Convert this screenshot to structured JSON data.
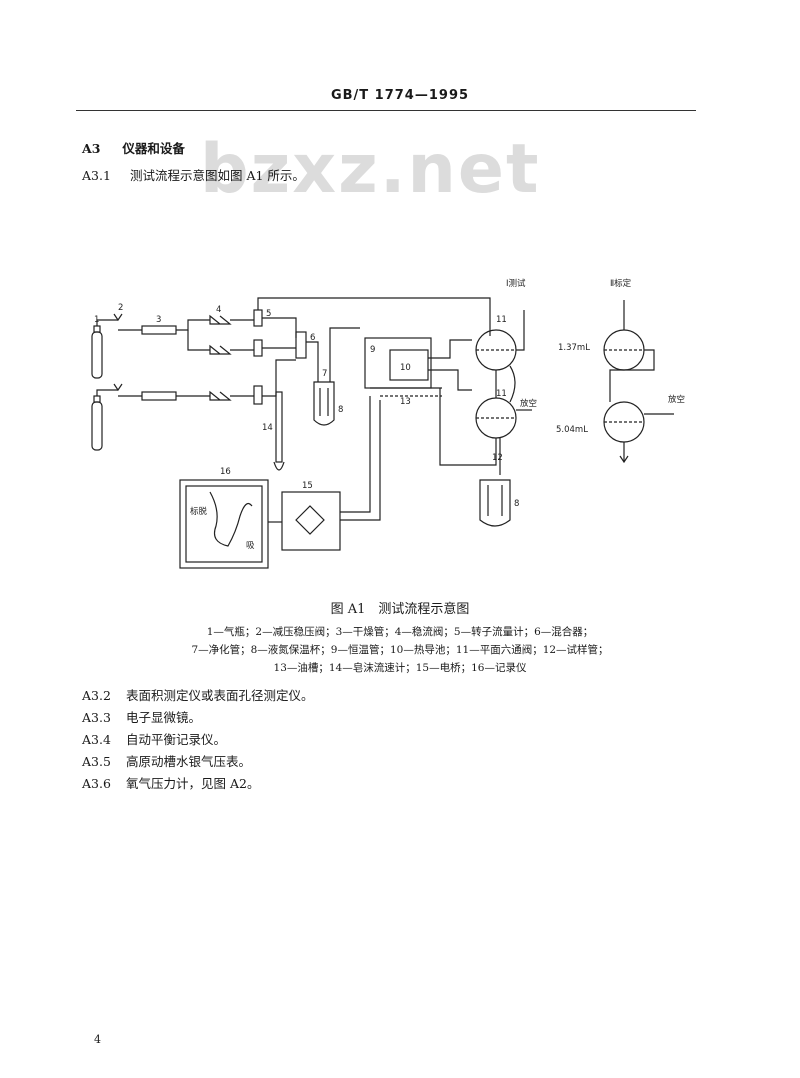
{
  "header": {
    "standard_code": "GB/T 1774—1995"
  },
  "watermark": "bzxz.net",
  "section": {
    "number": "A3",
    "title": "仪器和设备"
  },
  "para_a31": {
    "number": "A3.1",
    "text": "测试流程示意图如图 A1 所示。"
  },
  "figure": {
    "caption": "图 A1　测试流程示意图",
    "legend_lines": [
      "1—气瓶；2—减压稳压阀；3—干燥管；4—稳流阀；5—转子流量计；6—混合器；",
      "7—净化管；8—液氮保温杯；9—恒温管；10—热导池；11—平面六通阀；12—试样管；",
      "13—油槽；14—皂沫流速计；15—电桥；16—记录仪"
    ],
    "labels": {
      "n1": "1",
      "n2": "2",
      "n3": "3",
      "n4": "4",
      "n5": "5",
      "n6": "6",
      "n7": "7",
      "n8a": "8",
      "n8b": "8",
      "n9": "9",
      "n10": "10",
      "n11a": "11",
      "n11b": "11",
      "n12": "12",
      "n13": "13",
      "n14": "14",
      "n15": "15",
      "n16": "16",
      "test_mode": "Ⅰ测试",
      "cal_mode": "Ⅱ标定",
      "vent1": "放空",
      "vent2": "放空",
      "vol1": "1.37mL",
      "vol2": "5.04mL",
      "rec_mark": "标脱",
      "rec_absorb": "吸"
    }
  },
  "items": [
    {
      "number": "A3.2",
      "text": "表面积测定仪或表面孔径测定仪。"
    },
    {
      "number": "A3.3",
      "text": "电子显微镜。"
    },
    {
      "number": "A3.4",
      "text": "自动平衡记录仪。"
    },
    {
      "number": "A3.5",
      "text": "高原动槽水银气压表。"
    },
    {
      "number": "A3.6",
      "text": "氧气压力计，见图 A2。"
    }
  ],
  "page_number": "4"
}
